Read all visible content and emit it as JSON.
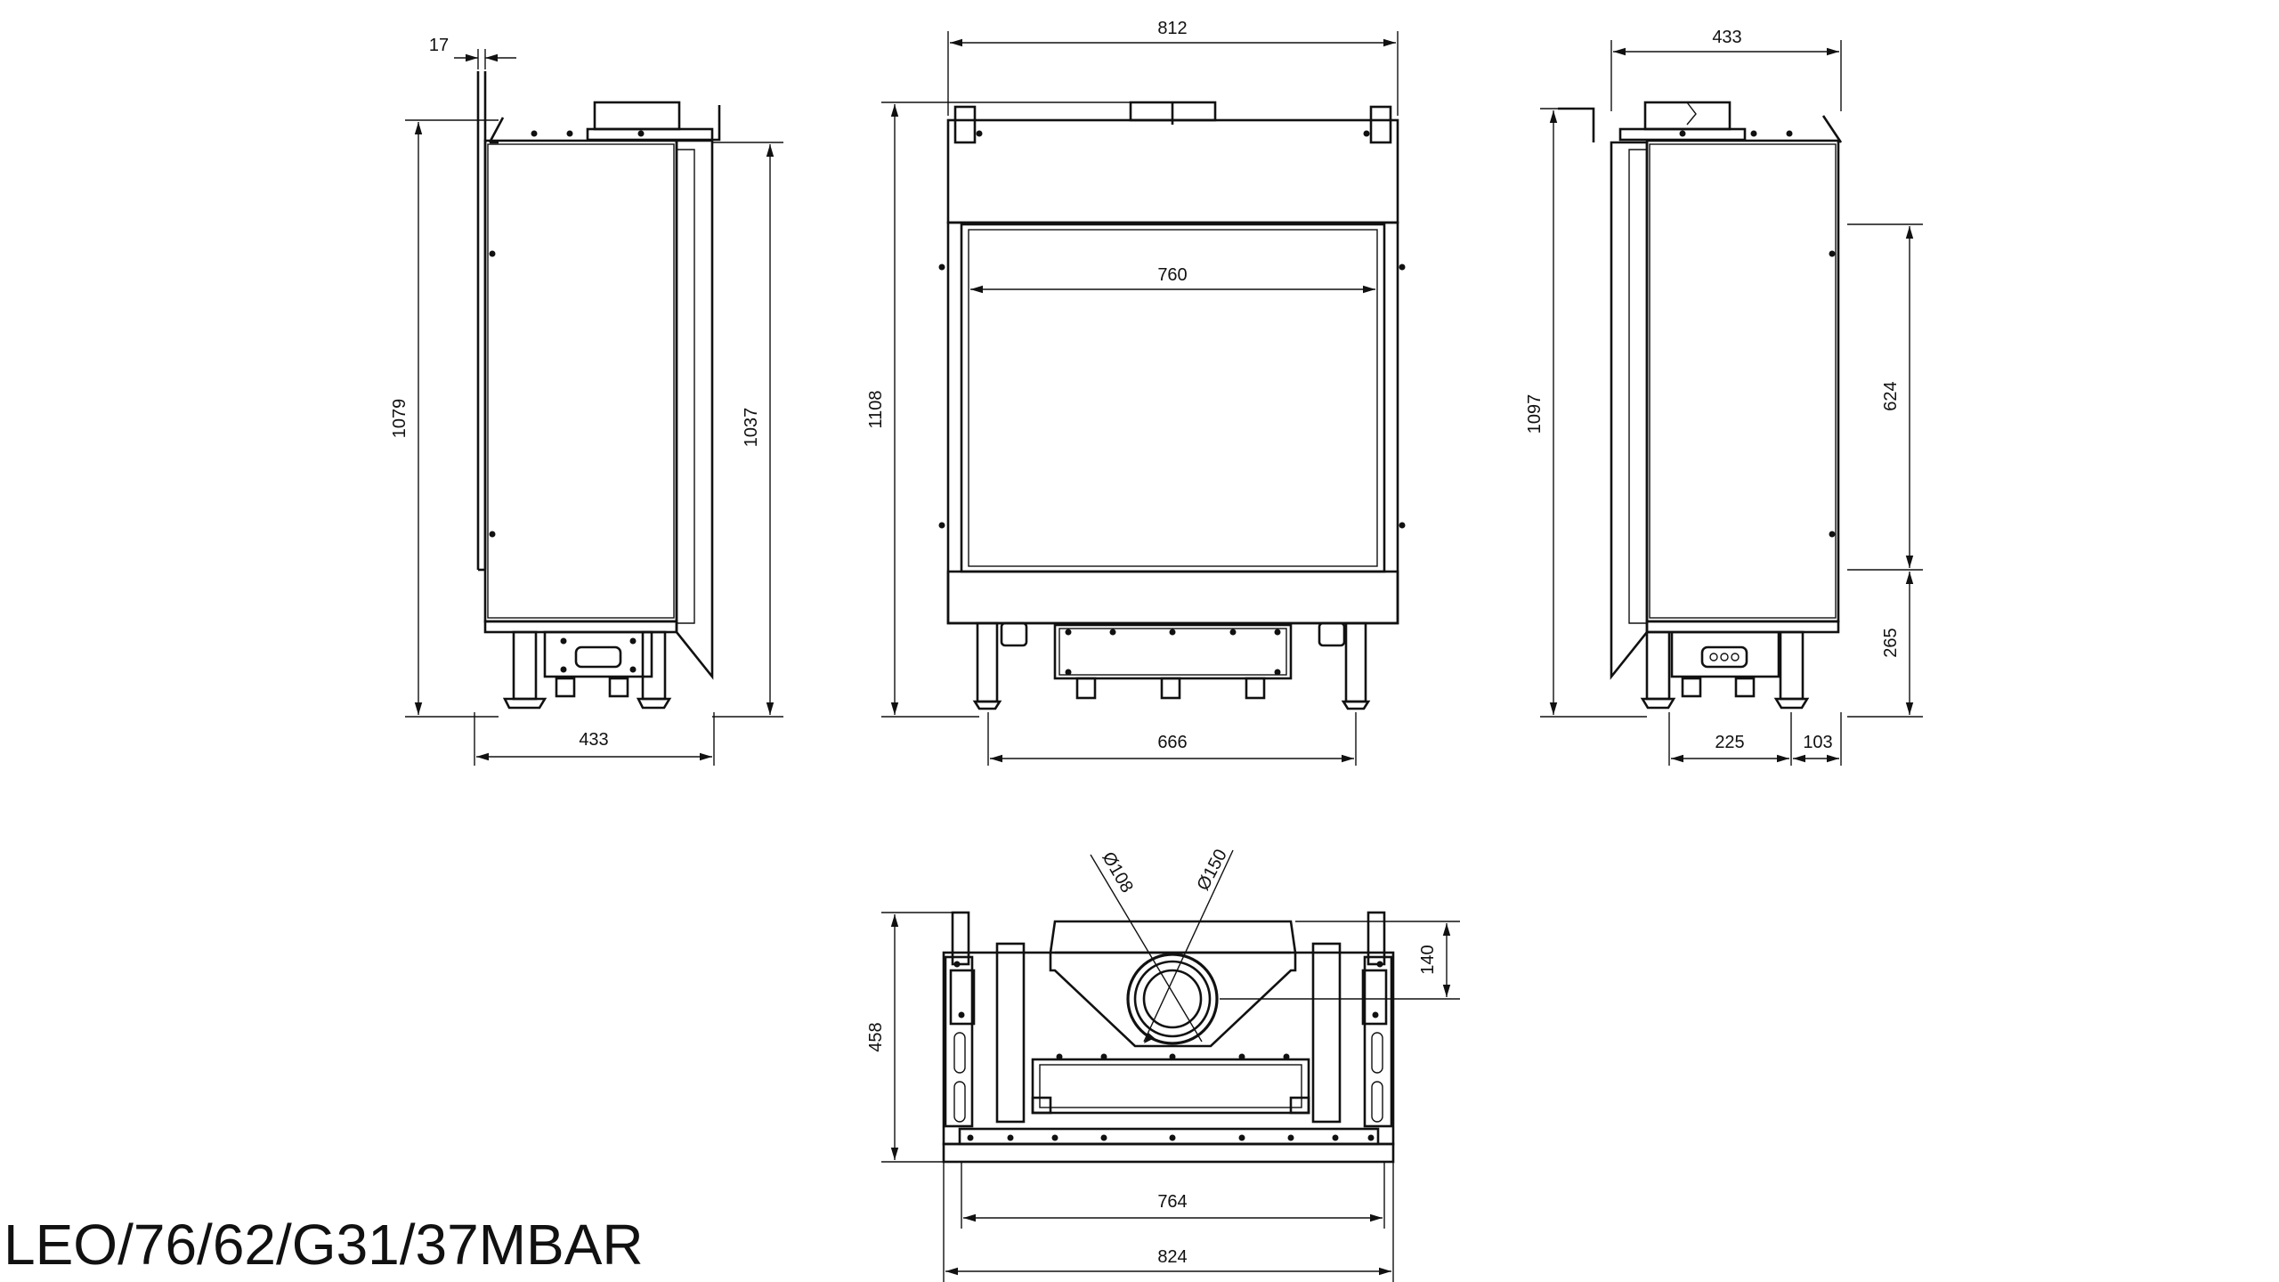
{
  "model_title": "LEO/76/62/G31/37MBAR",
  "colors": {
    "line": "#111111",
    "background": "#ffffff"
  },
  "views": {
    "side_left": {
      "width_top": "17",
      "height_total": "1079",
      "height_body": "1037",
      "depth": "433"
    },
    "front": {
      "width_total": "812",
      "glass_width": "760",
      "height_total": "1108",
      "feet_spacing": "666"
    },
    "side_right": {
      "depth": "433",
      "height_total": "1097",
      "glass_height": "624",
      "base_height": "265",
      "feet_spacing": "225",
      "foot_offset": "103"
    },
    "top": {
      "inner_flue": "Ø108",
      "outer_flue": "Ø150",
      "flue_offset": "140",
      "depth": "458",
      "inner_width": "764",
      "outer_width": "824"
    }
  }
}
